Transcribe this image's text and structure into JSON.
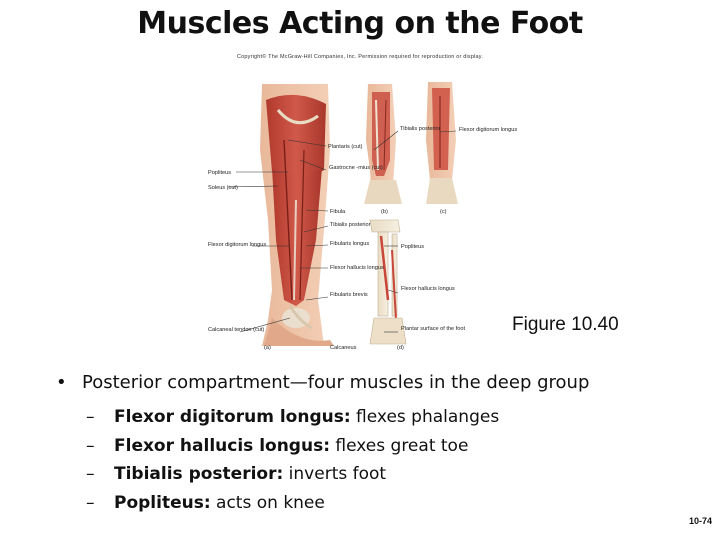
{
  "slide": {
    "title": "Muscles Acting on the Foot",
    "copyright": "Copyright© The McGraw-Hill Companies, Inc. Permission required for reproduction or display.",
    "figure_label": "Figure 10.40",
    "slide_number": "10-74"
  },
  "figure": {
    "labels": {
      "tibialis_posterior_c": "Tibialis posterior",
      "flexor_digitorum_longus_c": "Flexor digitorum longus",
      "plantaris_cut": "Plantaris (cut)",
      "gastrocnemius_cut": "Gastrocne -mius (cut)",
      "popliteus_a": "Popliteus",
      "soleus_cut": "Soleus (cut)",
      "fibula": "Fibula",
      "panel_b": "(b)",
      "panel_c": "(c)",
      "tibialis_posterior_a": "Tibialis posterior",
      "flexor_digitorum_longus_a": "Flexor digitorum longus",
      "fibularis_longus": "Fibularis longus",
      "popliteus_d": "Popliteus",
      "flexor_hallucis_longus_a": "Flexor hallucis longus",
      "fibularis_brevis": "Fibularis brevis",
      "flexor_hallucis_longus_d": "Flexor hallucis longus",
      "calcaneal_tendon_cut": "Calcaneal tendon (cut)",
      "plantar_surface": "Plantar surface of the foot",
      "panel_a": "(a)",
      "calcaneus": "Calcaneus",
      "panel_d": "(d)"
    }
  },
  "content": {
    "main_bullet": "Posterior compartment—four muscles in the deep group",
    "items": [
      {
        "dash": "–",
        "term": "Flexor digitorum longus:",
        "desc": " flexes phalanges"
      },
      {
        "dash": "–",
        "term": "Flexor hallucis longus:",
        "desc": " flexes great toe"
      },
      {
        "dash": "–",
        "term": "Tibialis posterior:",
        "desc": " inverts foot"
      },
      {
        "dash": "–",
        "term": "Popliteus:",
        "desc": " acts on knee"
      }
    ]
  }
}
